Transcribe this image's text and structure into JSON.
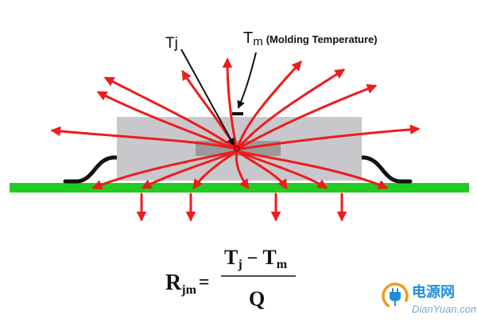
{
  "labels": {
    "tj": "Tj",
    "tm_main": "T",
    "tm_sub": "m",
    "tm_desc": "(Molding Temperature)"
  },
  "formula": {
    "lhs_main": "R",
    "lhs_sub": "jm",
    "equals": "=",
    "num_t1": "T",
    "num_sub1": "j",
    "minus": "−",
    "num_t2": "T",
    "num_sub2": "m",
    "denominator": "Q"
  },
  "watermark": {
    "cn": "电源网",
    "url": "DianYuan.com"
  },
  "colors": {
    "arrow": "#ee1c1c",
    "board": "#22cc22",
    "molding": "#c8c8cc",
    "die": "#9a9a9a",
    "lead": "#111111",
    "junction": "#ee1111",
    "logo_orange": "#f39a1e",
    "logo_blue": "#1e8fd6"
  }
}
